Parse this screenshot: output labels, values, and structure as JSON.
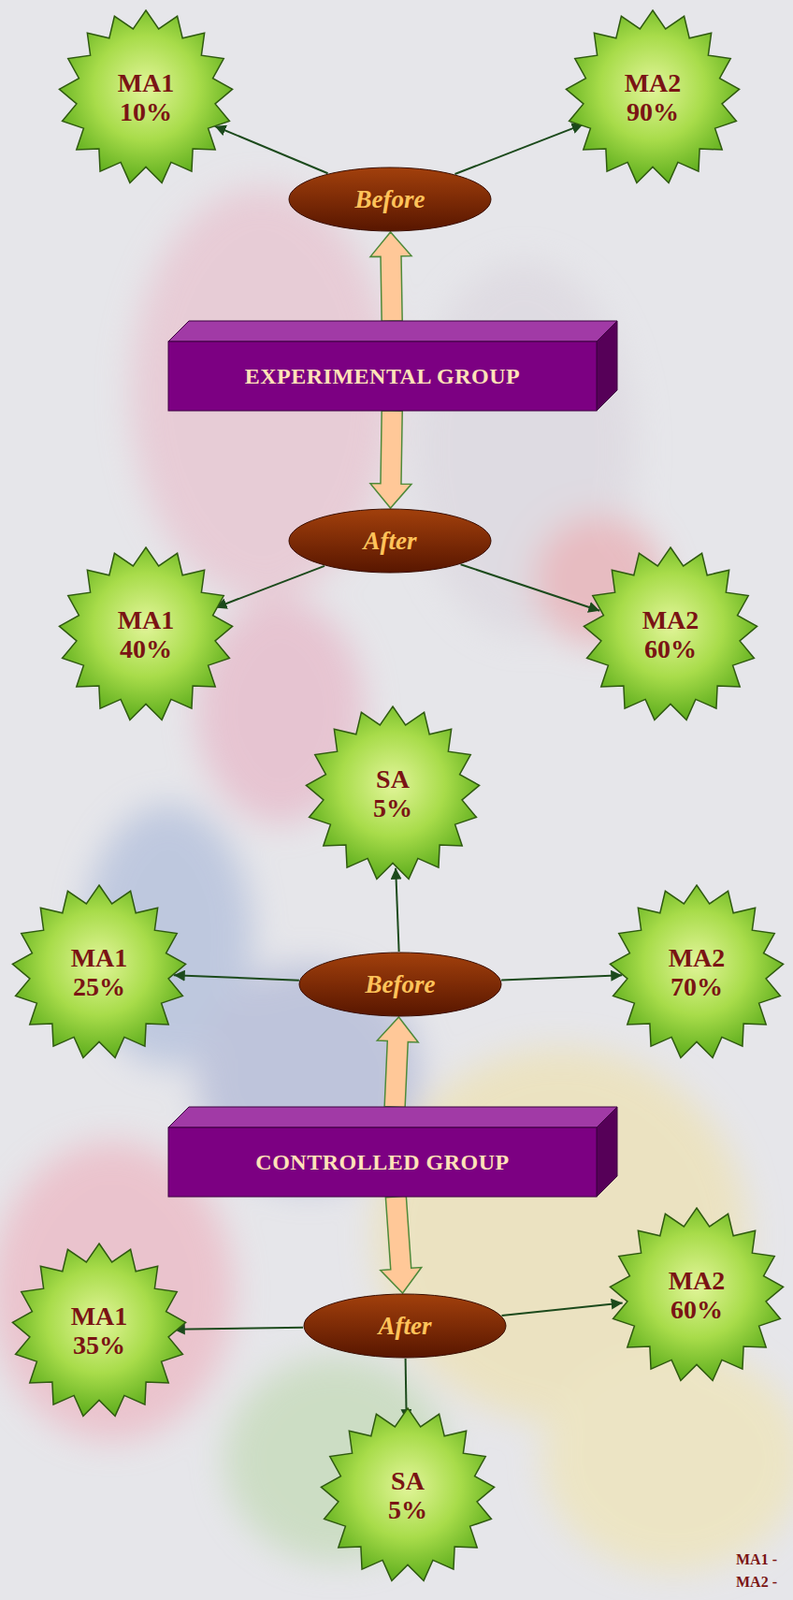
{
  "diagram": {
    "nodes": [
      {
        "text": [
          "MA1 10%"
        ]
      },
      {
        "text": [
          "Before"
        ]
      },
      {
        "text": [
          "MA2 90%"
        ]
      },
      {
        "text": [
          "EXPERIMENTAL GROUP"
        ]
      },
      {
        "text": [
          "After"
        ]
      },
      {
        "text": [
          "MA1 40%"
        ]
      },
      {
        "text": [
          "MA2 60%"
        ]
      },
      {
        "text": [
          "SA 5%"
        ]
      },
      {
        "text": [
          "MA1 25%"
        ]
      },
      {
        "text": [
          "Before"
        ]
      },
      {
        "text": [
          "MA2 70%"
        ]
      },
      {
        "text": [
          "CONTROLLED GROUP"
        ]
      },
      {
        "text": [
          "MA1 35%"
        ]
      },
      {
        "text": [
          "After"
        ]
      },
      {
        "text": [
          "MA2 60%"
        ]
      },
      {
        "text": [
          "SA 5%"
        ]
      }
    ],
    "edges": [
      {
        "from": 3,
        "to": 1,
        "arrow": "to"
      },
      {
        "from": 1,
        "to": 0,
        "arrow": "to"
      },
      {
        "from": 1,
        "to": 2,
        "arrow": "to"
      },
      {
        "from": 3,
        "to": 4,
        "arrow": "to"
      },
      {
        "from": 4,
        "to": 5,
        "arrow": "to"
      },
      {
        "from": 4,
        "to": 6,
        "arrow": "to"
      },
      {
        "from": 11,
        "to": 9,
        "arrow": "to"
      },
      {
        "from": 9,
        "to": 7,
        "arrow": "to"
      },
      {
        "from": 9,
        "to": 8,
        "arrow": "to"
      },
      {
        "from": 9,
        "to": 10,
        "arrow": "to"
      },
      {
        "from": 11,
        "to": 13,
        "arrow": "to"
      },
      {
        "from": 13,
        "to": 12,
        "arrow": "to"
      },
      {
        "from": 13,
        "to": 14,
        "arrow": "to"
      },
      {
        "from": 13,
        "to": 15,
        "arrow": "to"
      }
    ],
    "labels": [
      "MA1 -",
      "MA2 -"
    ]
  }
}
